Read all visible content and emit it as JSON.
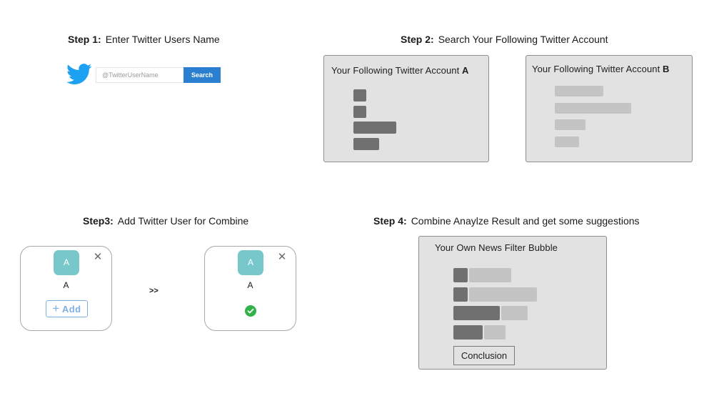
{
  "step1": {
    "label": "Step 1:",
    "text": "Enter Twitter Users Name",
    "search": {
      "placeholder": "@TwitterUserName",
      "button_label": "Search"
    }
  },
  "step2": {
    "label": "Step 2:",
    "text": "Search Your Following Twitter Account",
    "panel_a": {
      "title": "Your Following Twitter Account ",
      "title_suffix": "A",
      "bar_values": [
        0.3,
        0.3,
        1.0,
        0.6
      ]
    },
    "panel_b": {
      "title": "Your Following Twitter Account ",
      "title_suffix": "B",
      "bar_values": [
        0.64,
        1.0,
        0.4,
        0.32
      ]
    }
  },
  "step3": {
    "label": "Step3:",
    "text": "Add Twitter User for Combine",
    "card_before": {
      "avatar_letter": "A",
      "name": "A",
      "add_label": "Add"
    },
    "arrow": ">>",
    "card_after": {
      "avatar_letter": "A",
      "name": "A"
    }
  },
  "step4": {
    "label": "Step 4:",
    "text": "Combine Anaylze Result and get some suggestions",
    "panel": {
      "title": "Your Own News Filter Bubble",
      "bars": [
        {
          "dark": 0.15,
          "light": 0.53
        },
        {
          "dark": 0.15,
          "light": 0.85
        },
        {
          "dark": 0.48,
          "light": 0.33
        },
        {
          "dark": 0.3,
          "light": 0.27
        }
      ],
      "conclusion_label": "Conclusion"
    }
  },
  "colors": {
    "accent_blue": "#2b7fd0",
    "twitter_blue": "#1da1f2",
    "avatar_teal": "#78c8cb",
    "check_green": "#31b24a",
    "panel_bg": "#e2e2e2"
  }
}
